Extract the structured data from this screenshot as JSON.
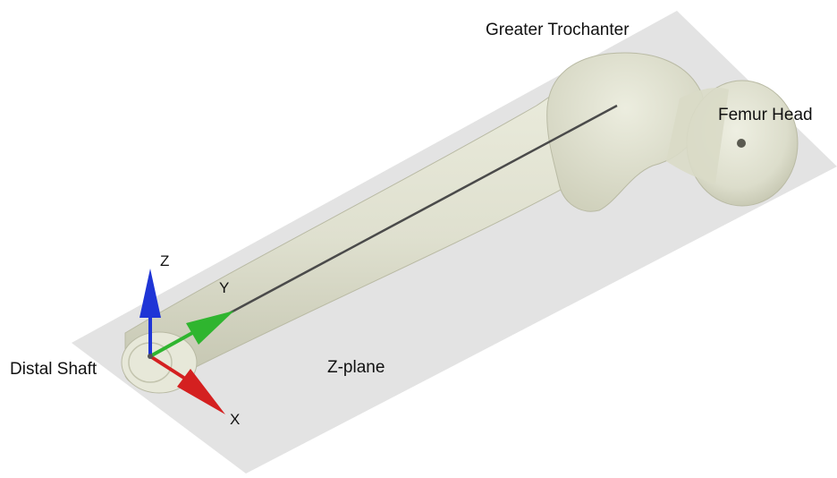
{
  "labels": {
    "greater_trochanter": "Greater Trochanter",
    "femur_head": "Femur Head",
    "distal_shaft": "Distal Shaft",
    "z_plane": "Z-plane",
    "axis_x": "X",
    "axis_y": "Y",
    "axis_z": "Z"
  },
  "colors": {
    "plane": "#e3e3e3",
    "bone": "#dfe0cf",
    "bone_shadow": "#c9cab6",
    "axis_line": "#4a4a4a",
    "x_axis": "#d42020",
    "y_axis": "#2fb52f",
    "z_axis": "#1f35d6"
  }
}
